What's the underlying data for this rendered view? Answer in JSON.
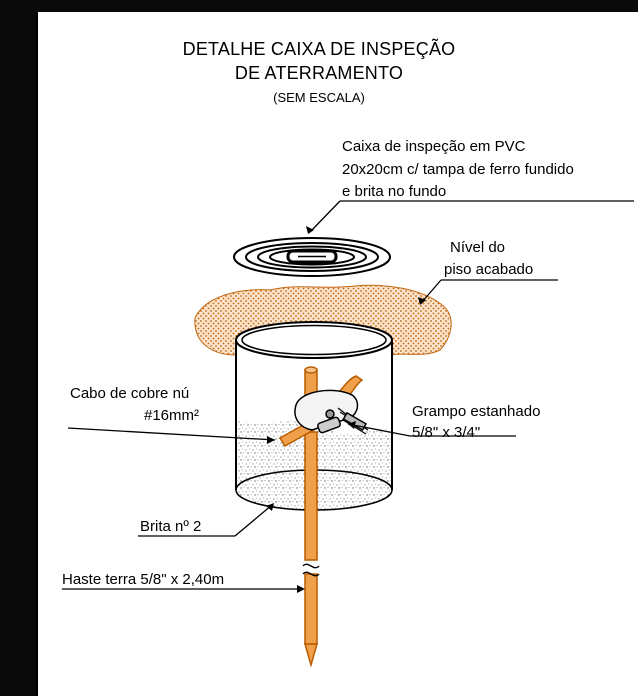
{
  "title": {
    "line1": "DETALHE CAIXA DE INSPEÇÃO",
    "line2": "DE ATERRAMENTO",
    "line3": "(SEM ESCALA)"
  },
  "labels": {
    "caixa": {
      "line1": "Caixa de inspeção em PVC",
      "line2": "20x20cm c/ tampa de ferro fundido",
      "line3": "e brita no fundo"
    },
    "nivel": {
      "line1": "Nível do",
      "line2": "piso acabado"
    },
    "cabo": {
      "line1": "Cabo de cobre nú",
      "line2": "#16mm²"
    },
    "grampo": {
      "line1": "Grampo estanhado",
      "line2": "5/8\" x 3/4\""
    },
    "brita": "Brita nº 2",
    "haste": "Haste terra 5/8\" x 2,40m"
  },
  "colors": {
    "copper": "#f0a04a",
    "copper_dark": "#b85c00",
    "line": "#000000",
    "frame_dark": "#0a0a0a"
  }
}
